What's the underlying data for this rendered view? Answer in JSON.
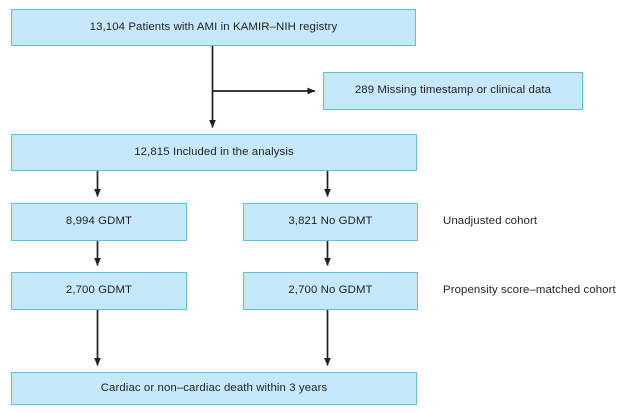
{
  "diagram": {
    "title": "KAMIR-NIH AMI cohort flow diagram",
    "colors": {
      "node_fill": "#c5e8fa",
      "node_border": "#52c4e6",
      "connector": "#231f20",
      "text": "#231f20",
      "background": "#ffffff"
    },
    "nodes": [
      {
        "id": "total",
        "label": "13,104 Patients with AMI in KAMIR–NIH registry"
      },
      {
        "id": "excluded",
        "label": "289 Missing timestamp or clinical data"
      },
      {
        "id": "included",
        "label": "12,815 Included in the analysis"
      },
      {
        "id": "gdmt1",
        "label": "8,994 GDMT"
      },
      {
        "id": "nogdmt1",
        "label": "3,821 No GDMT"
      },
      {
        "id": "gdmt2",
        "label": "2,700 GDMT"
      },
      {
        "id": "nogdmt2",
        "label": "2,700 No GDMT"
      },
      {
        "id": "outcome",
        "label": "Cardiac or non–cardiac death within 3 years"
      }
    ],
    "side_labels": [
      {
        "id": "unadjusted",
        "label": "Unadjusted cohort"
      },
      {
        "id": "matched",
        "label": "Propensity score–matched cohort"
      }
    ],
    "connectors": [
      {
        "from": "total",
        "to": "excluded",
        "type": "elbow-right"
      },
      {
        "from": "total",
        "to": "included",
        "type": "vertical"
      },
      {
        "from": "included",
        "to": "gdmt1",
        "type": "vertical"
      },
      {
        "from": "included",
        "to": "nogdmt1",
        "type": "vertical"
      },
      {
        "from": "gdmt1",
        "to": "gdmt2",
        "type": "vertical"
      },
      {
        "from": "nogdmt1",
        "to": "nogdmt2",
        "type": "vertical"
      },
      {
        "from": "gdmt2",
        "to": "outcome",
        "type": "vertical"
      },
      {
        "from": "nogdmt2",
        "to": "outcome",
        "type": "vertical"
      }
    ]
  }
}
